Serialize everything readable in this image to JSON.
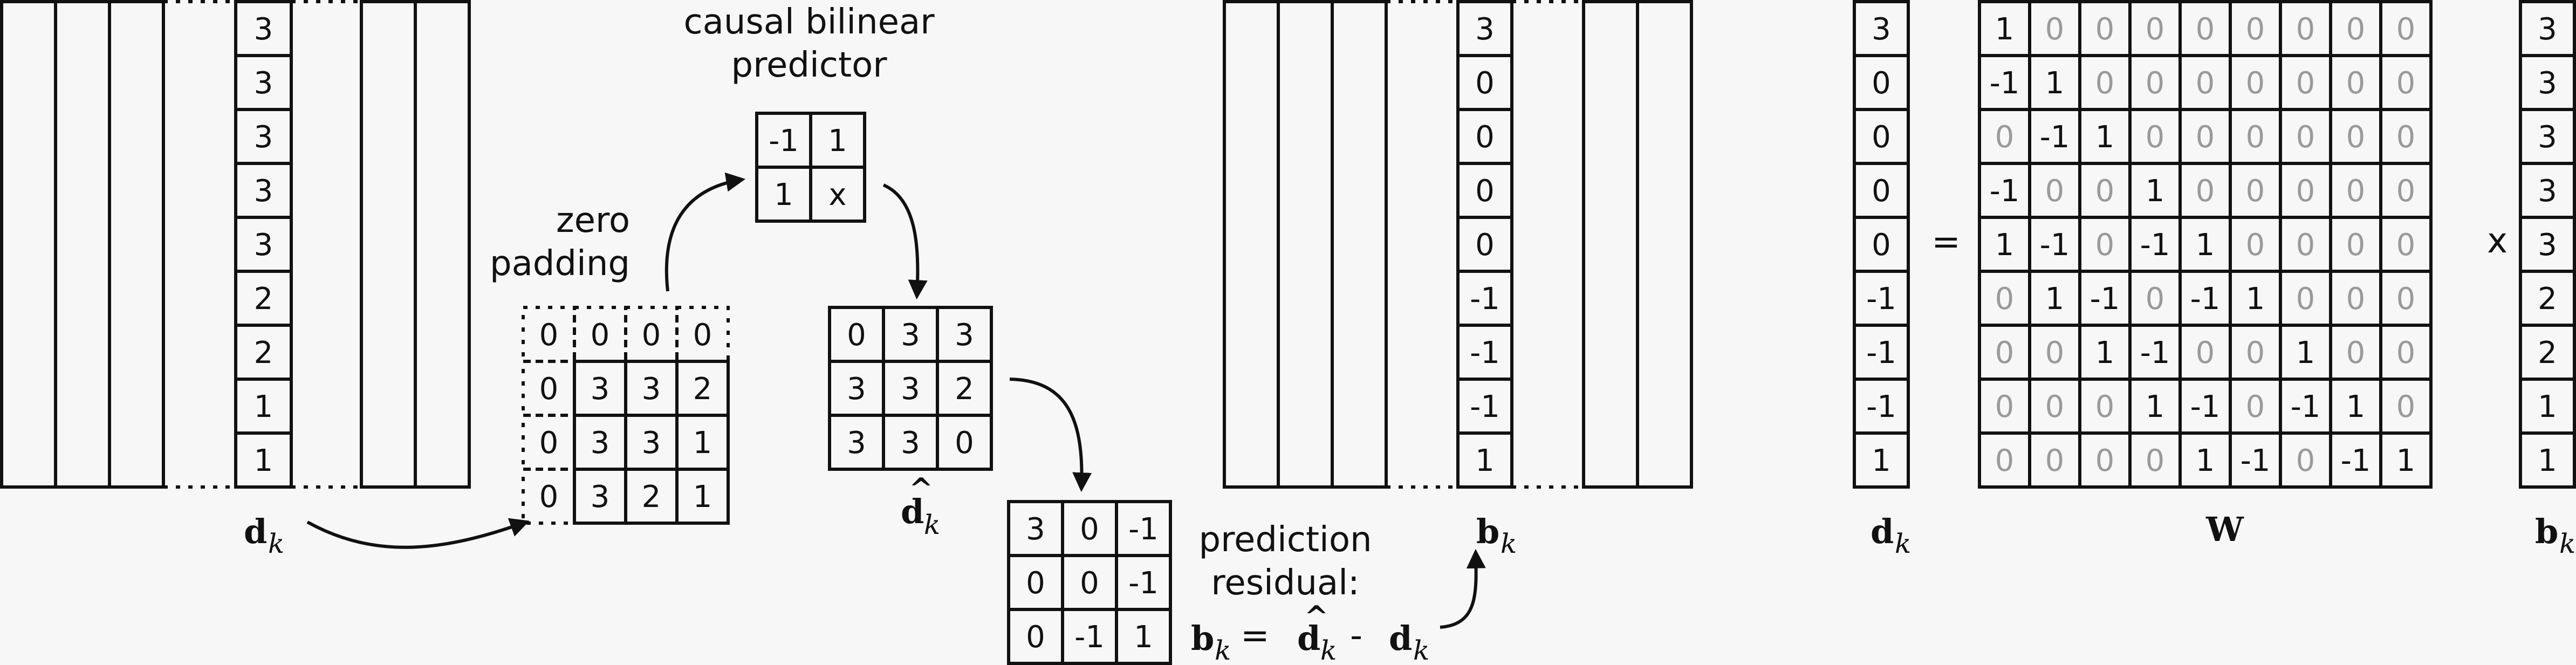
{
  "left_panel": {
    "d_column": [
      "3",
      "3",
      "3",
      "3",
      "3",
      "2",
      "2",
      "1",
      "1"
    ],
    "d_label": {
      "main": "d",
      "sub": "k"
    },
    "zero_padding_label": [
      "zero",
      "padding"
    ],
    "predictor_label": [
      "causal bilinear",
      "predictor"
    ],
    "kernel": [
      [
        "-1",
        "1"
      ],
      [
        "1",
        "x"
      ]
    ],
    "padded_grid": [
      [
        "0",
        "0",
        "0",
        "0"
      ],
      [
        "0",
        "3",
        "3",
        "2"
      ],
      [
        "0",
        "3",
        "3",
        "1"
      ],
      [
        "0",
        "3",
        "2",
        "1"
      ]
    ],
    "prediction_grid": [
      [
        "0",
        "3",
        "3"
      ],
      [
        "3",
        "3",
        "2"
      ],
      [
        "3",
        "3",
        "0"
      ]
    ],
    "dhat_label": {
      "main": "d",
      "hat": "^",
      "sub": "k"
    },
    "residual_grid": [
      [
        "3",
        "0",
        "-1"
      ],
      [
        "0",
        "0",
        "-1"
      ],
      [
        "0",
        "-1",
        "1"
      ]
    ],
    "residual_label": [
      "prediction",
      "residual:"
    ],
    "equation": {
      "b": "b",
      "k": "k",
      "eq": "=",
      "dhat": "d",
      "hat": "^",
      "minus": "-",
      "d": "d"
    }
  },
  "middle_panel": {
    "b_column": [
      "3",
      "0",
      "0",
      "0",
      "0",
      "-1",
      "-1",
      "-1",
      "1"
    ],
    "b_label": {
      "main": "b",
      "sub": "k"
    }
  },
  "right_panel": {
    "d_column": [
      "3",
      "0",
      "0",
      "0",
      "0",
      "-1",
      "-1",
      "-1",
      "1"
    ],
    "equals": "=",
    "W_matrix": [
      [
        "1",
        "0",
        "0",
        "0",
        "0",
        "0",
        "0",
        "0",
        "0"
      ],
      [
        "-1",
        "1",
        "0",
        "0",
        "0",
        "0",
        "0",
        "0",
        "0"
      ],
      [
        "0",
        "-1",
        "1",
        "0",
        "0",
        "0",
        "0",
        "0",
        "0"
      ],
      [
        "-1",
        "0",
        "0",
        "1",
        "0",
        "0",
        "0",
        "0",
        "0"
      ],
      [
        "1",
        "-1",
        "0",
        "-1",
        "1",
        "0",
        "0",
        "0",
        "0"
      ],
      [
        "0",
        "1",
        "-1",
        "0",
        "-1",
        "1",
        "0",
        "0",
        "0"
      ],
      [
        "0",
        "0",
        "1",
        "-1",
        "0",
        "0",
        "1",
        "0",
        "0"
      ],
      [
        "0",
        "0",
        "0",
        "1",
        "-1",
        "0",
        "-1",
        "1",
        "0"
      ],
      [
        "0",
        "0",
        "0",
        "0",
        "1",
        "-1",
        "0",
        "-1",
        "1"
      ]
    ],
    "times": "x",
    "b_column": [
      "3",
      "3",
      "3",
      "3",
      "3",
      "2",
      "2",
      "1",
      "1"
    ],
    "d_label": {
      "main": "d",
      "sub": "k"
    },
    "W_label": "W",
    "b_label": {
      "main": "b",
      "sub": "k"
    }
  },
  "colors": {
    "ink": "#111111",
    "gray_zero": "#9a9a9a",
    "background": "#f7f7f7"
  }
}
